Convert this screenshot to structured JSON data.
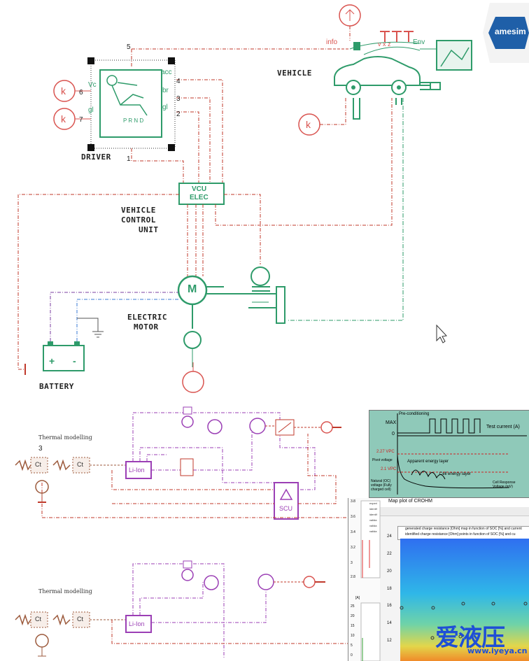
{
  "labels": {
    "driver": "DRIVER",
    "vehicle": "VEHICLE",
    "vcu_line1": "VCU",
    "vcu_line2": "ELEC",
    "vcu_caption1": "VEHICLE",
    "vcu_caption2": "CONTROL",
    "vcu_caption3": "UNIT",
    "motor_caption1": "ELECTRIC",
    "motor_caption2": "MOTOR",
    "battery": "BATTERY",
    "thermal1": "Thermal modelling",
    "thermal2": "Thermal modelling",
    "info": "info",
    "env": "Env",
    "vxz": "v  x  z",
    "motor_m": "M",
    "acc": "acc",
    "br": "br",
    "gl": "gl",
    "vc": "Vc",
    "gl_left": "gl",
    "prnd": "P R N D",
    "k": "k",
    "ct": "Ct",
    "liion": "Li-Ion",
    "scu": "SCU",
    "plus": "+",
    "minus": "-"
  },
  "ports": {
    "p1": "1",
    "p2": "2",
    "p3": "3",
    "p4": "4",
    "p5": "5",
    "p6": "6",
    "p7": "7",
    "p3b": "3"
  },
  "logo": {
    "text": "amesim",
    "color": "#1f5fa8"
  },
  "chart1": {
    "title": "Pre-conditioning",
    "max": "MAX",
    "zero": "0",
    "test_current": "Test current (A)",
    "v227": "2.27 VPC",
    "v21": "2.1 VPC",
    "apparent": "Apparent energy layer",
    "cell": "Cell energy layer",
    "pivot": "Pivot voltage",
    "natural": "Natural (OC) voltage (Fully charged cell)",
    "response": "Cell Response Voltage (mV)"
  },
  "chart2": {
    "window_title": "Map plot of CROHM",
    "legend1": "generated charge resistance [Ohm] map in function of SOC [%] and current",
    "legend2": "identified charge resistance [Ohm] points in function of SOC [%] and cu",
    "yticks": [
      "24",
      "22",
      "20",
      "18",
      "16",
      "14",
      "12"
    ],
    "left_yticks": [
      "3.8",
      "3.6",
      "3.4",
      "3.2",
      "3",
      "2.8"
    ],
    "left_yticks2": [
      "25",
      "20",
      "15",
      "10",
      "5",
      "0"
    ],
    "left_unit": "[A]",
    "left_legend": [
      "experi",
      "identif",
      "identif",
      "valida",
      "valida",
      "valida"
    ]
  },
  "watermark": {
    "cn": "爱液压",
    "url": "www.iyeya.cn"
  },
  "colors": {
    "red": "#d9534f",
    "green": "#2e9b6a",
    "purple": "#9b3fb5",
    "brown": "#9c5a3c",
    "blue": "#3b7bd6"
  }
}
